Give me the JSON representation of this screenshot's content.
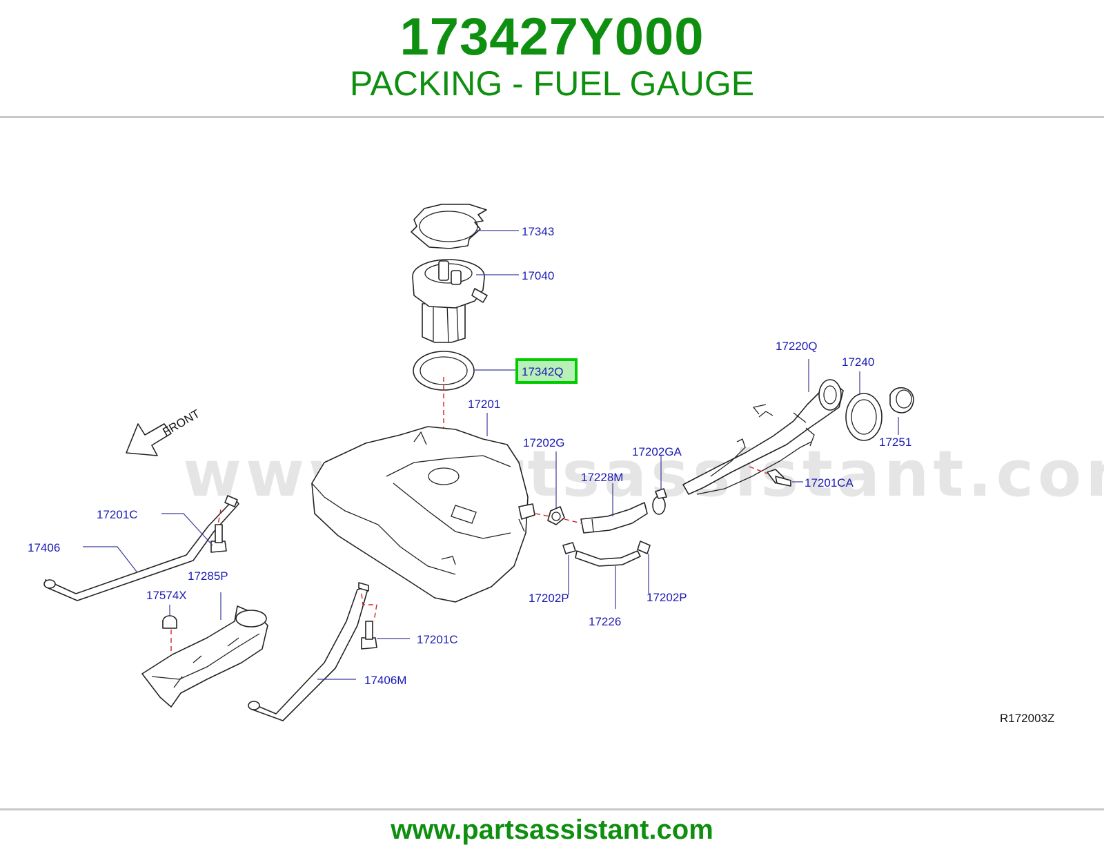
{
  "header": {
    "part_number": "173427Y000",
    "part_name": "PACKING - FUEL GAUGE"
  },
  "diagram": {
    "watermark": "www.partsassistant.com",
    "front_label": "FRONT",
    "ref_code": "R172003Z",
    "highlight_color": "#00cc00",
    "labels": {
      "p17343": "17343",
      "p17040": "17040",
      "p17342Q": "17342Q",
      "p17201": "17201",
      "p17202G": "17202G",
      "p17202GA": "17202GA",
      "p17228M": "17228M",
      "p17220Q": "17220Q",
      "p17240": "17240",
      "p17251": "17251",
      "p17201CA": "17201CA",
      "p17201C_left": "17201C",
      "p17406": "17406",
      "p17285P": "17285P",
      "p17574X": "17574X",
      "p17201C_bottom": "17201C",
      "p17406M": "17406M",
      "p17202P_left": "17202P",
      "p17202P_right": "17202P",
      "p17226": "17226"
    }
  },
  "footer": {
    "url": "www.partsassistant.com"
  },
  "colors": {
    "brand_green": "#0f8f0f",
    "label_blue": "#1a1ab4",
    "dash_red": "#d42020"
  }
}
